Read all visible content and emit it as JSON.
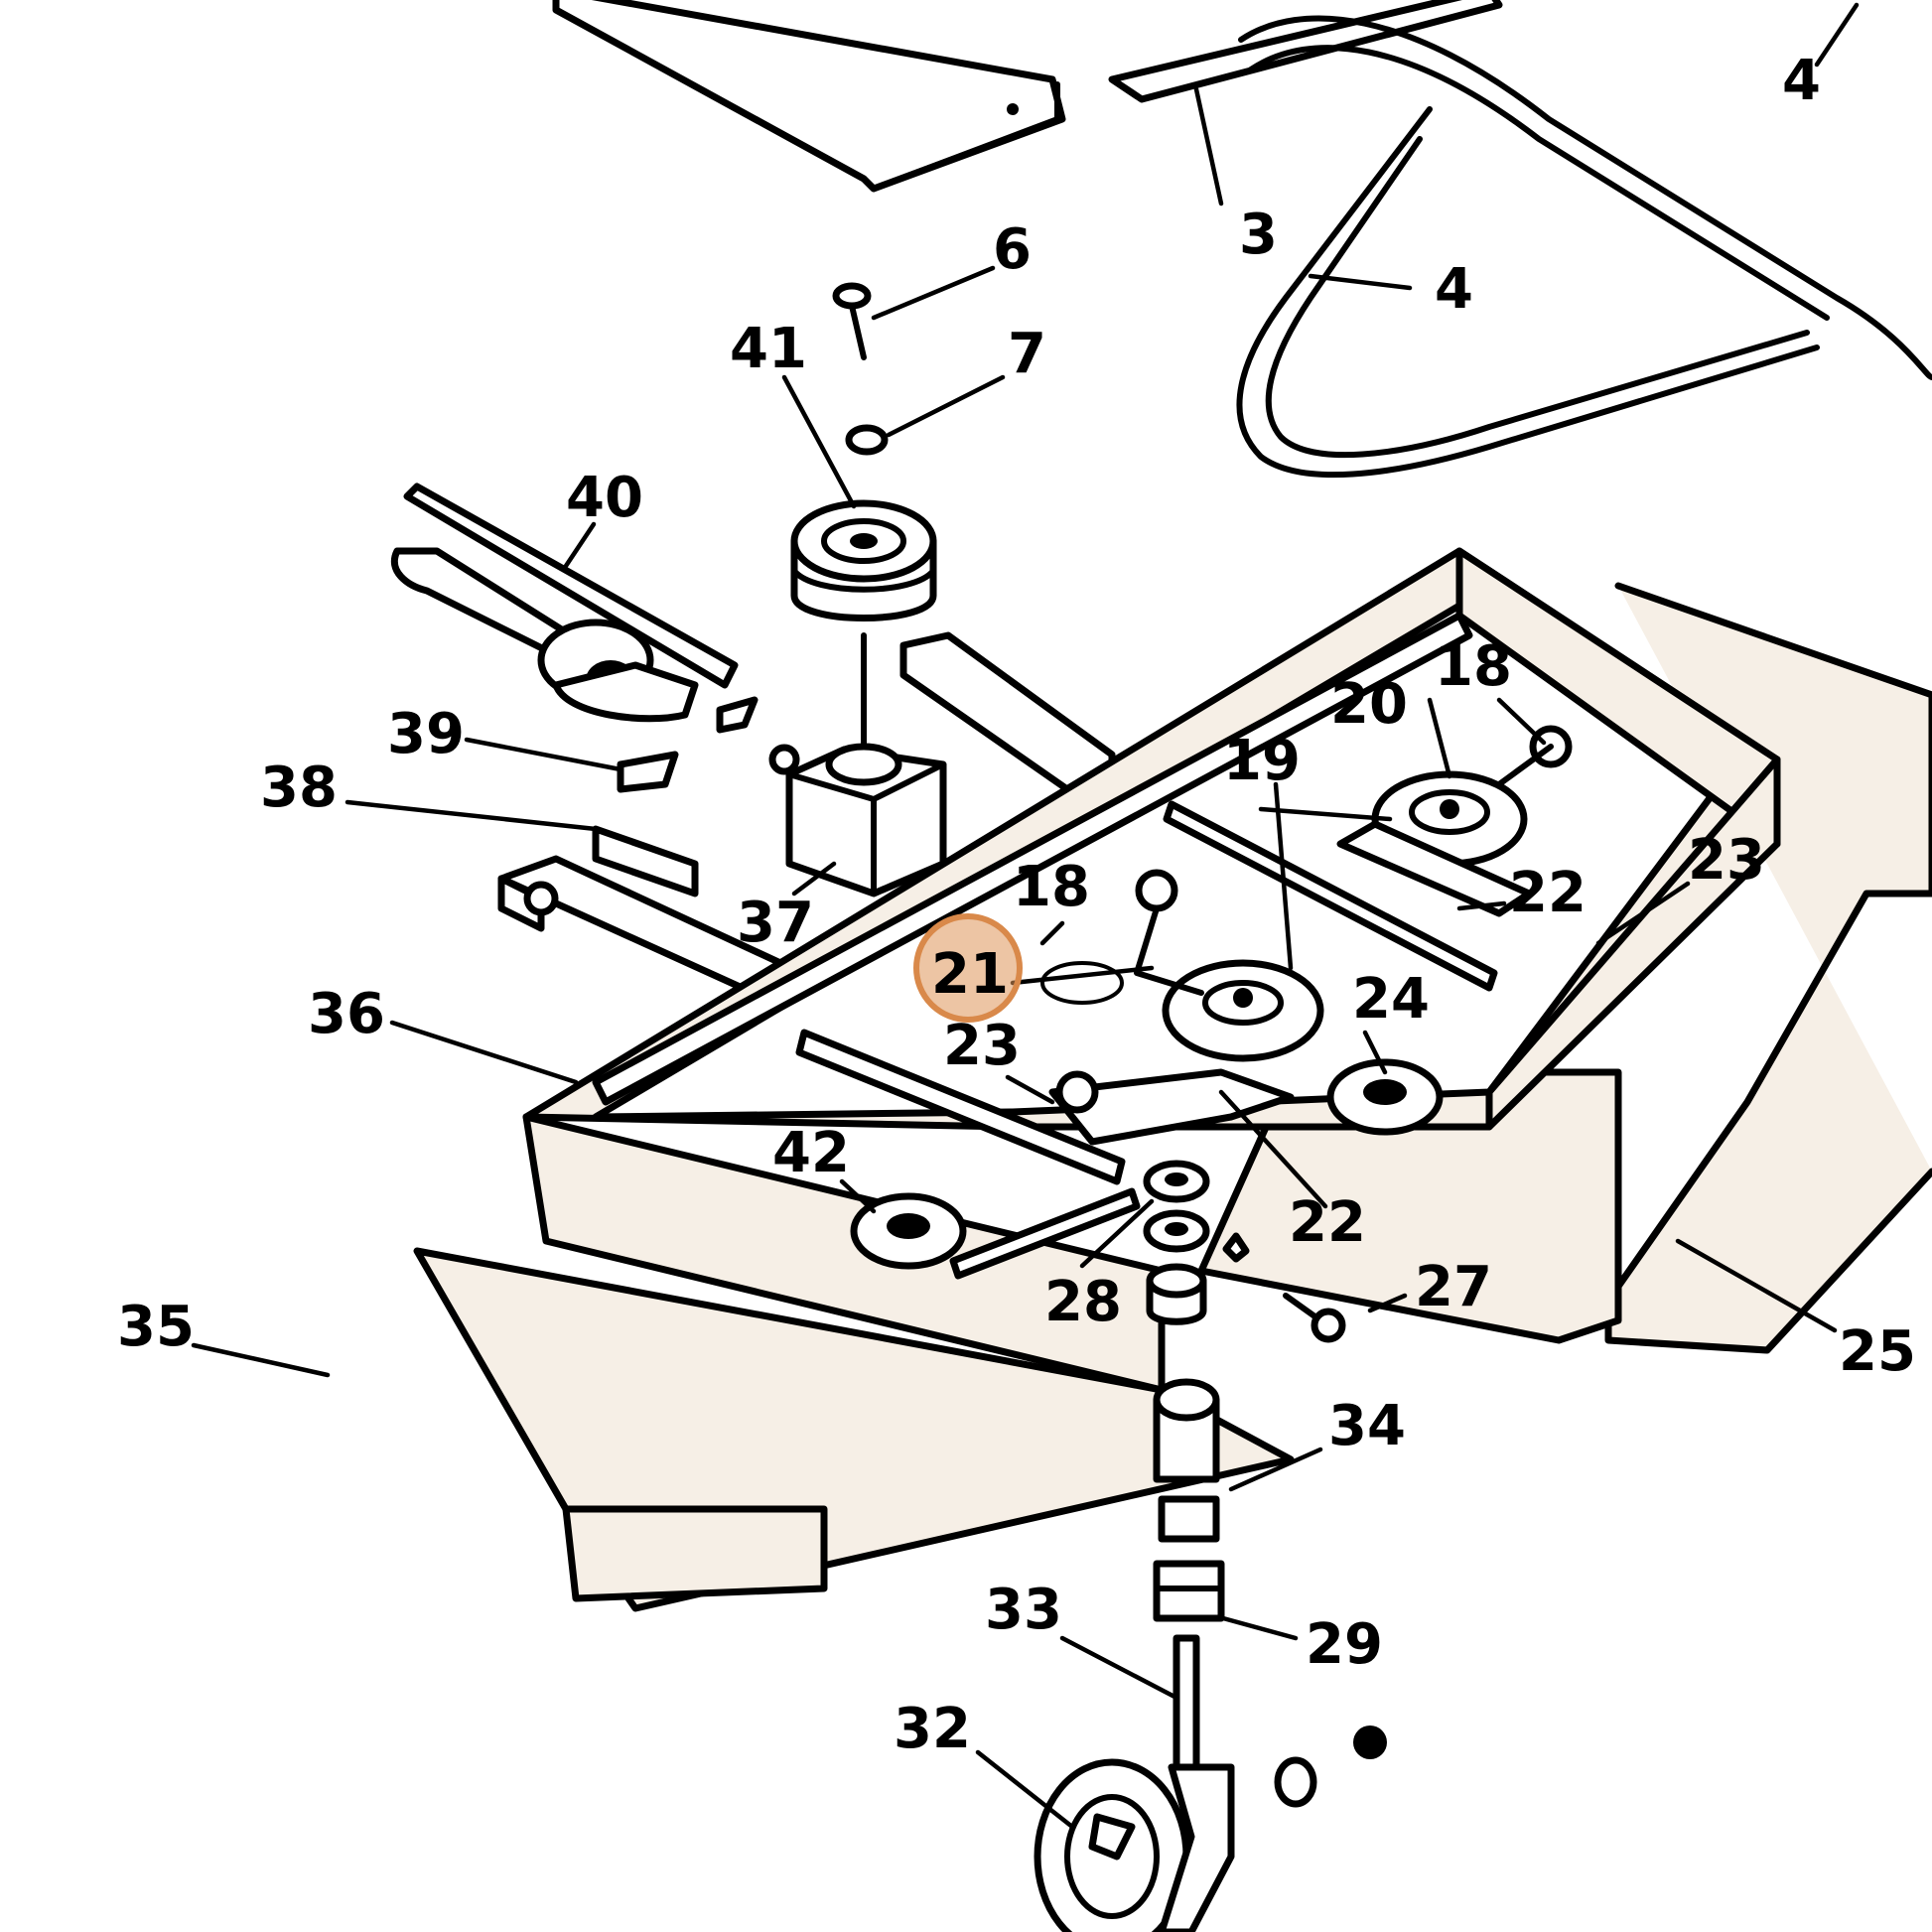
{
  "callouts": {
    "c3": "3",
    "c4a": "4",
    "c4b": "4",
    "c6": "6",
    "c7": "7",
    "c41": "41",
    "c40": "40",
    "c39": "39",
    "c38": "38",
    "c37": "37",
    "c36": "36",
    "c35": "35",
    "c18a": "18",
    "c18b": "18",
    "c20": "20",
    "c19": "19",
    "c21": "21",
    "c22a": "22",
    "c22b": "22",
    "c23a": "23",
    "c23b": "23",
    "c24": "24",
    "c42": "42",
    "c28": "28",
    "c27": "27",
    "c25": "25",
    "c34": "34",
    "c33": "33",
    "c29": "29",
    "c32": "32"
  },
  "highlighted_part": "21",
  "colors": {
    "part_fill": "#f6efe6",
    "outline": "#000000",
    "highlight": "#d9894a"
  }
}
